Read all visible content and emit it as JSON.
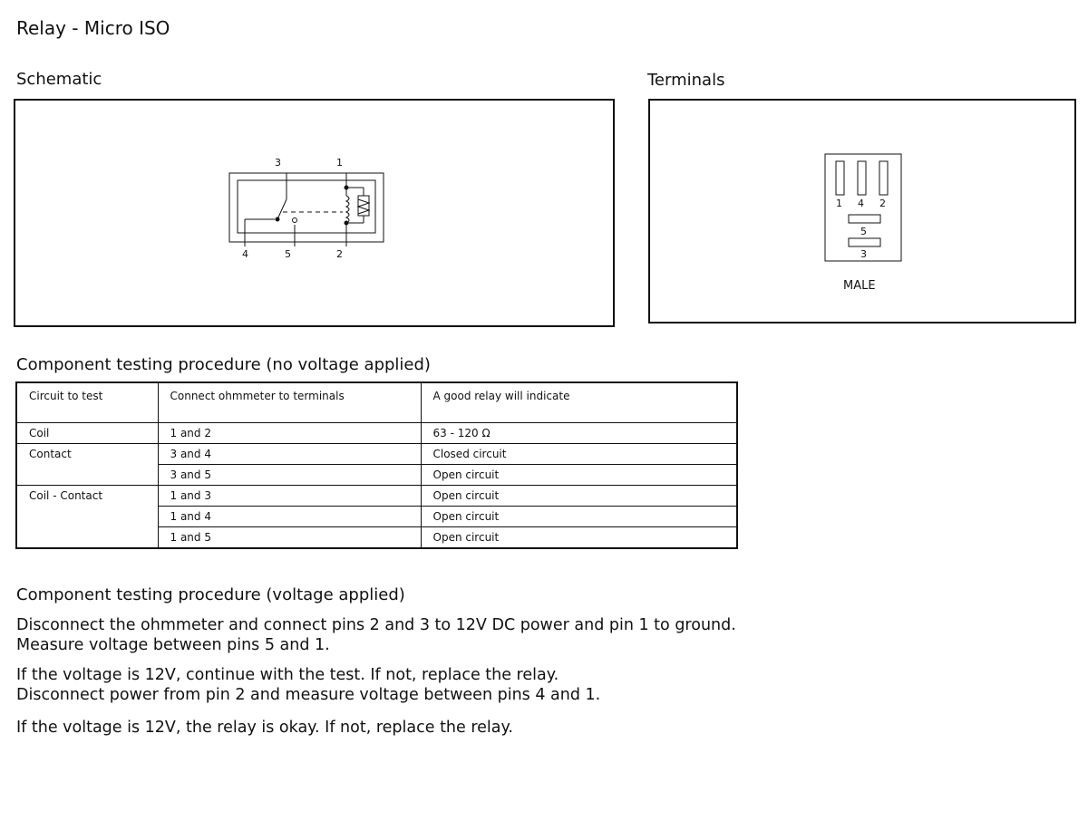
{
  "title": "Relay - Micro ISO",
  "schematic": {
    "label": "Schematic",
    "pins": {
      "p3": "3",
      "p1": "1",
      "p4": "4",
      "p5": "5",
      "p2": "2"
    }
  },
  "terminals": {
    "label": "Terminals",
    "pins": {
      "p1": "1",
      "p4": "4",
      "p2": "2",
      "p5": "5",
      "p3": "3"
    },
    "gender": "MALE"
  },
  "test_no_voltage": {
    "heading": "Component testing procedure (no voltage applied)",
    "headers": [
      "Circuit to test",
      "Connect ohmmeter to terminals",
      "A good relay will indicate"
    ],
    "rows": [
      {
        "circuit": "Coil",
        "terminals": "1 and 2",
        "result": "63 - 120  Ω"
      },
      {
        "circuit": "Contact",
        "terminals": "3 and 4",
        "result": "Closed circuit"
      },
      {
        "circuit": "",
        "terminals": "3 and 5",
        "result": "Open circuit"
      },
      {
        "circuit": "Coil - Contact",
        "terminals": "1 and 3",
        "result": "Open circuit"
      },
      {
        "circuit": "",
        "terminals": "1 and 4",
        "result": "Open circuit"
      },
      {
        "circuit": "",
        "terminals": "1 and 5",
        "result": "Open circuit"
      }
    ]
  },
  "test_voltage": {
    "heading": "Component testing procedure (voltage applied)",
    "paragraphs": [
      [
        "Disconnect the ohmmeter and connect pins 2 and 3 to 12V DC power and pin 1 to ground.",
        "Measure voltage between pins 5 and 1."
      ],
      [
        "If the voltage is 12V, continue with the test. If not, replace the relay.",
        "Disconnect power from pin 2 and measure voltage between pins 4 and 1."
      ],
      [
        "If the voltage is 12V, the relay is okay. If not, replace the relay."
      ]
    ]
  }
}
